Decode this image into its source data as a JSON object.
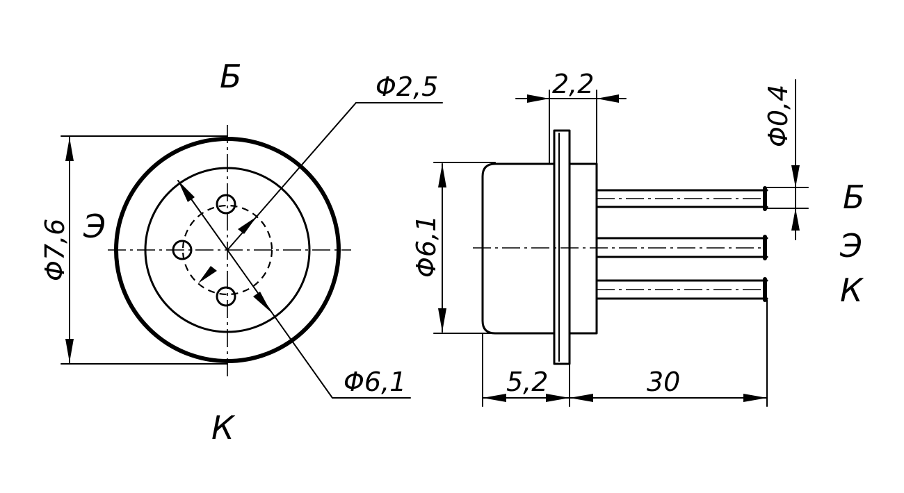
{
  "front_view": {
    "label_top": "Б",
    "label_left": "Э",
    "label_bottom": "К",
    "dim_outer_diameter": "Φ7,6",
    "dim_hole_circle": "Φ2,5",
    "dim_inner_circle": "Φ6,1"
  },
  "side_view": {
    "dim_flange_width": "2,2",
    "dim_lead_diameter": "Φ0,4",
    "dim_body_diameter": "Φ6,1",
    "dim_body_length": "5,2",
    "dim_lead_length": "30",
    "lead_labels": [
      "Б",
      "Э",
      "К"
    ]
  }
}
